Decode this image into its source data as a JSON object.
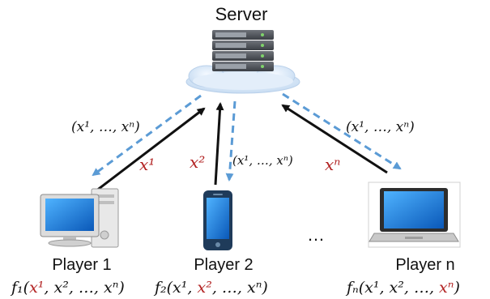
{
  "server": {
    "label": "Server"
  },
  "colors": {
    "upload_arrow": "#111111",
    "broadcast_arrow": "#5b9bd5",
    "highlight_text": "#b22222",
    "cloud": "#dbe9f7",
    "device_blue": "#1e78d0"
  },
  "arrows": {
    "broadcast_label": "(x¹, …, xⁿ)",
    "upload_labels": [
      "x¹",
      "x²",
      "xⁿ"
    ]
  },
  "ellipsis": "…",
  "players": [
    {
      "name": "Player 1",
      "icon": "desktop-computer-icon",
      "utility": {
        "prefix": "f₁(",
        "parts": [
          "x¹",
          ", x², …, xⁿ)"
        ],
        "highlight_index": 0
      }
    },
    {
      "name": "Player 2",
      "icon": "smartphone-icon",
      "utility": {
        "prefix": "f₂(x¹, ",
        "parts": [
          "x²",
          ", …, xⁿ)"
        ],
        "highlight_index": 0
      }
    },
    {
      "name": "Player n",
      "icon": "laptop-icon",
      "utility": {
        "prefix": "fₙ(x¹, x², …, ",
        "parts": [
          "xⁿ",
          ")"
        ],
        "highlight_index": 0
      }
    }
  ]
}
